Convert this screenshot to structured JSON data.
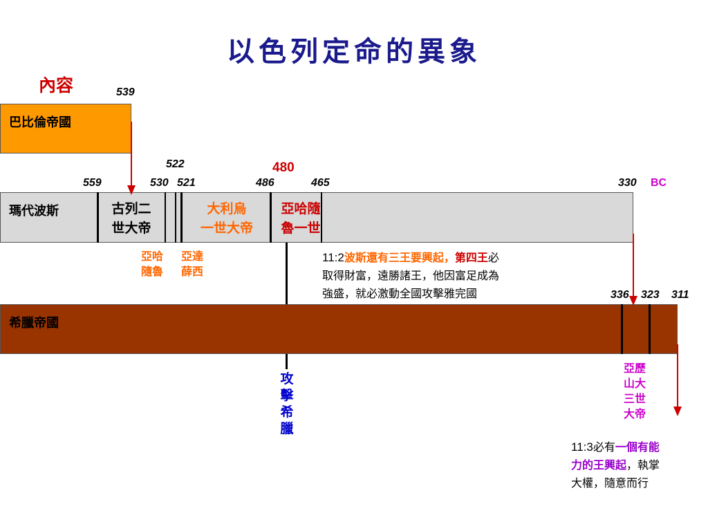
{
  "title": "以色列定命的異象",
  "section": "內容",
  "years": {
    "y539": "539",
    "y522": "522",
    "y480": "480",
    "y559": "559",
    "y530": "530",
    "y521": "521",
    "y486": "486",
    "y465": "465",
    "y330": "330",
    "bc": "BC",
    "y336": "336",
    "y323": "323",
    "y311": "311"
  },
  "empires": {
    "babylon": "巴比倫帝國",
    "persia": "瑪代波斯",
    "greece": "希臘帝國"
  },
  "kings": {
    "cyrus_l1": "古列二",
    "cyrus_l2": "世大帝",
    "darius_l1": "大利烏",
    "darius_l2": "一世大帝",
    "xerxes_l1": "亞哈隨",
    "xerxes_l2": "魯一世",
    "ahasuerus_l1": "亞哈",
    "ahasuerus_l2": "隨魯",
    "artaxerxes_l1": "亞達",
    "artaxerxes_l2": "薛西",
    "alexander": [
      "亞歷",
      "山大",
      "三世",
      "大帝"
    ]
  },
  "attack_greece": [
    "攻",
    "擊",
    "希",
    "臘"
  ],
  "verse_11_2": {
    "ref": "11:2",
    "part_orange": "波斯還有三王要興起，",
    "part_red": "第四王",
    "part_rest1": "必",
    "line2": "取得財富，遠勝諸王，他因富足成為",
    "line3": "強盛，就必激動全國攻擊雅完國"
  },
  "verse_11_3": {
    "ref": "11:3",
    "part1": "必有",
    "part_purple1": "一個有能",
    "part_purple2": "力的王興起",
    "part_rest": "，執掌",
    "line3": "大權，隨意而行"
  },
  "colors": {
    "title": "#1a1a8c",
    "babylon": "#ff9900",
    "persia": "#d9d9d9",
    "greece": "#993300",
    "arrow": "#cc0000",
    "highlight_orange": "#ff6600",
    "highlight_purple": "#9900cc"
  }
}
